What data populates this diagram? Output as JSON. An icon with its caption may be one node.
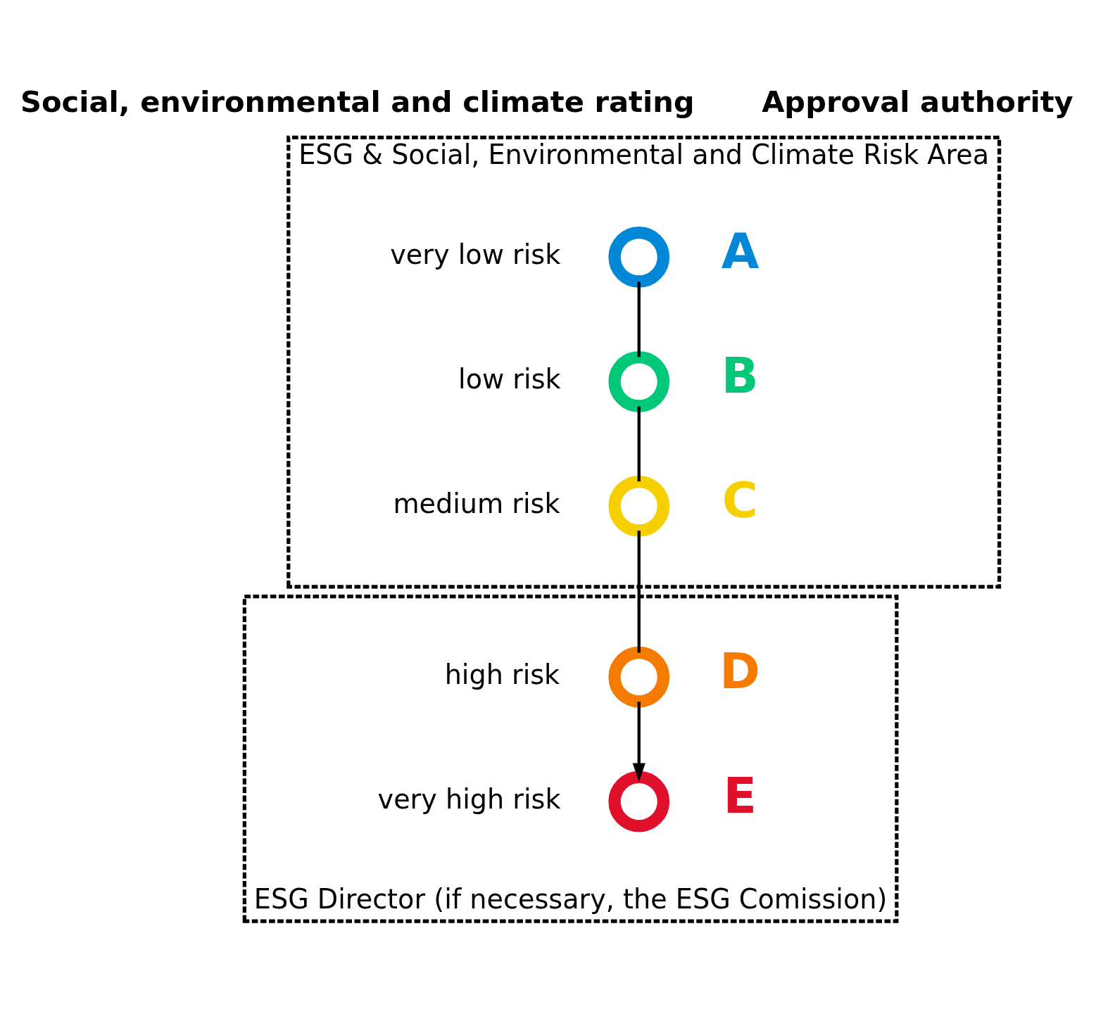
{
  "diagram": {
    "nodes": [
      {
        "text": [
          "ESG & Social, Environmental and Climate Risk Area"
        ]
      },
      {
        "text": [],
        "shape": "circle",
        "beside": [
          "very low risk",
          "A"
        ],
        "in": 0
      },
      {
        "text": [],
        "shape": "circle",
        "beside": [
          "low risk",
          "B"
        ],
        "in": 0
      },
      {
        "text": [],
        "shape": "circle",
        "beside": [
          "medium risk",
          "C"
        ],
        "in": 0
      },
      {
        "text": [
          "ESG Director (if necessary, the ESG Comission)"
        ]
      },
      {
        "text": [],
        "shape": "circle",
        "beside": [
          "high risk",
          "D"
        ],
        "in": 4
      },
      {
        "text": [],
        "shape": "circle",
        "beside": [
          "very high risk",
          "E"
        ],
        "in": 4
      }
    ],
    "edges": [
      {
        "from": 1,
        "to": 2,
        "arrow": "none"
      },
      {
        "from": 2,
        "to": 3,
        "arrow": "none"
      },
      {
        "from": 3,
        "to": 5,
        "arrow": "none"
      },
      {
        "from": 5,
        "to": 6,
        "arrow": "to"
      }
    ],
    "labels": [
      "Social, environmental and climate rating",
      "Approval authority"
    ]
  }
}
